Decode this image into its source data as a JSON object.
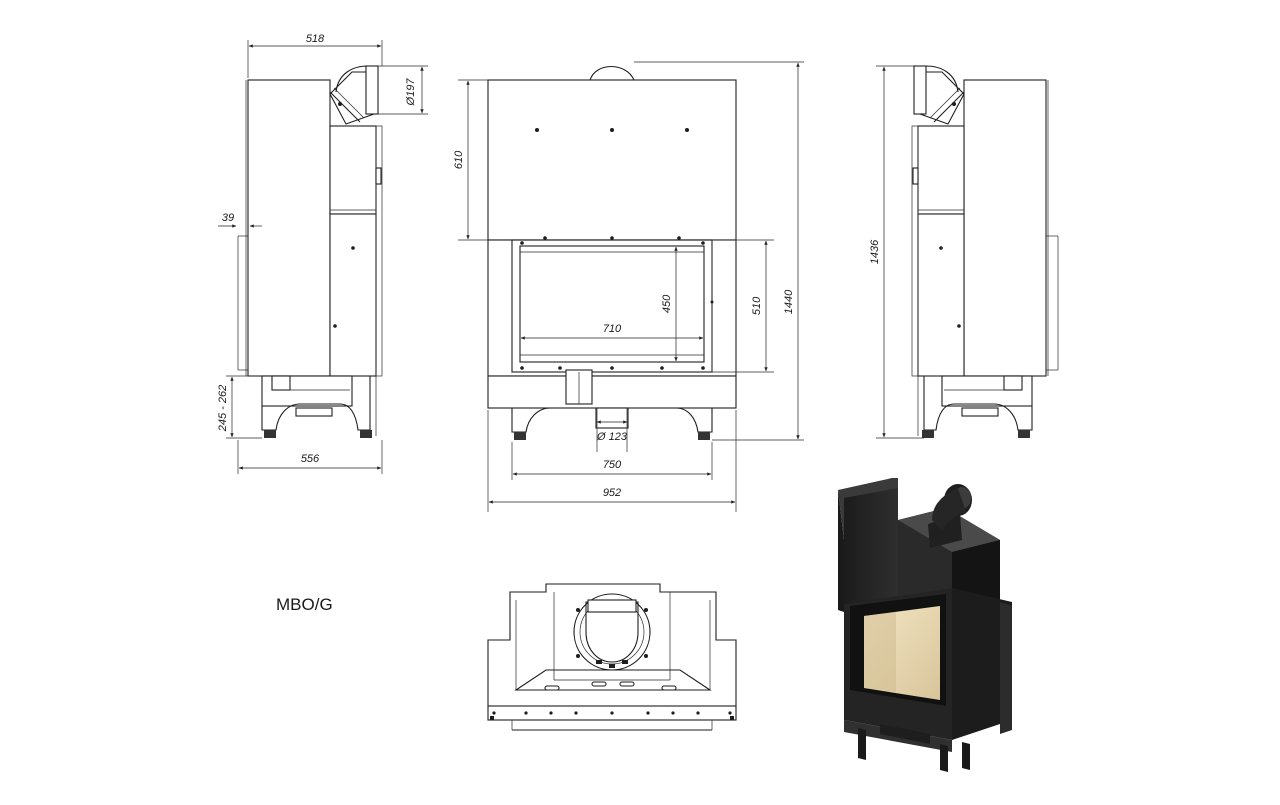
{
  "model": "MBO/G",
  "dimensions": {
    "side_depth_top": "518",
    "flue_diameter_side": "Ø197",
    "side_offset": "39",
    "leg_height": "245 - 262",
    "side_depth_bottom": "556",
    "top_height": "610",
    "glass_width": "710",
    "glass_height": "450",
    "door_height": "510",
    "total_height": "1440",
    "air_inlet_diameter": "Ø 123",
    "leg_spacing": "750",
    "total_width": "952",
    "side_height_right": "1436"
  }
}
